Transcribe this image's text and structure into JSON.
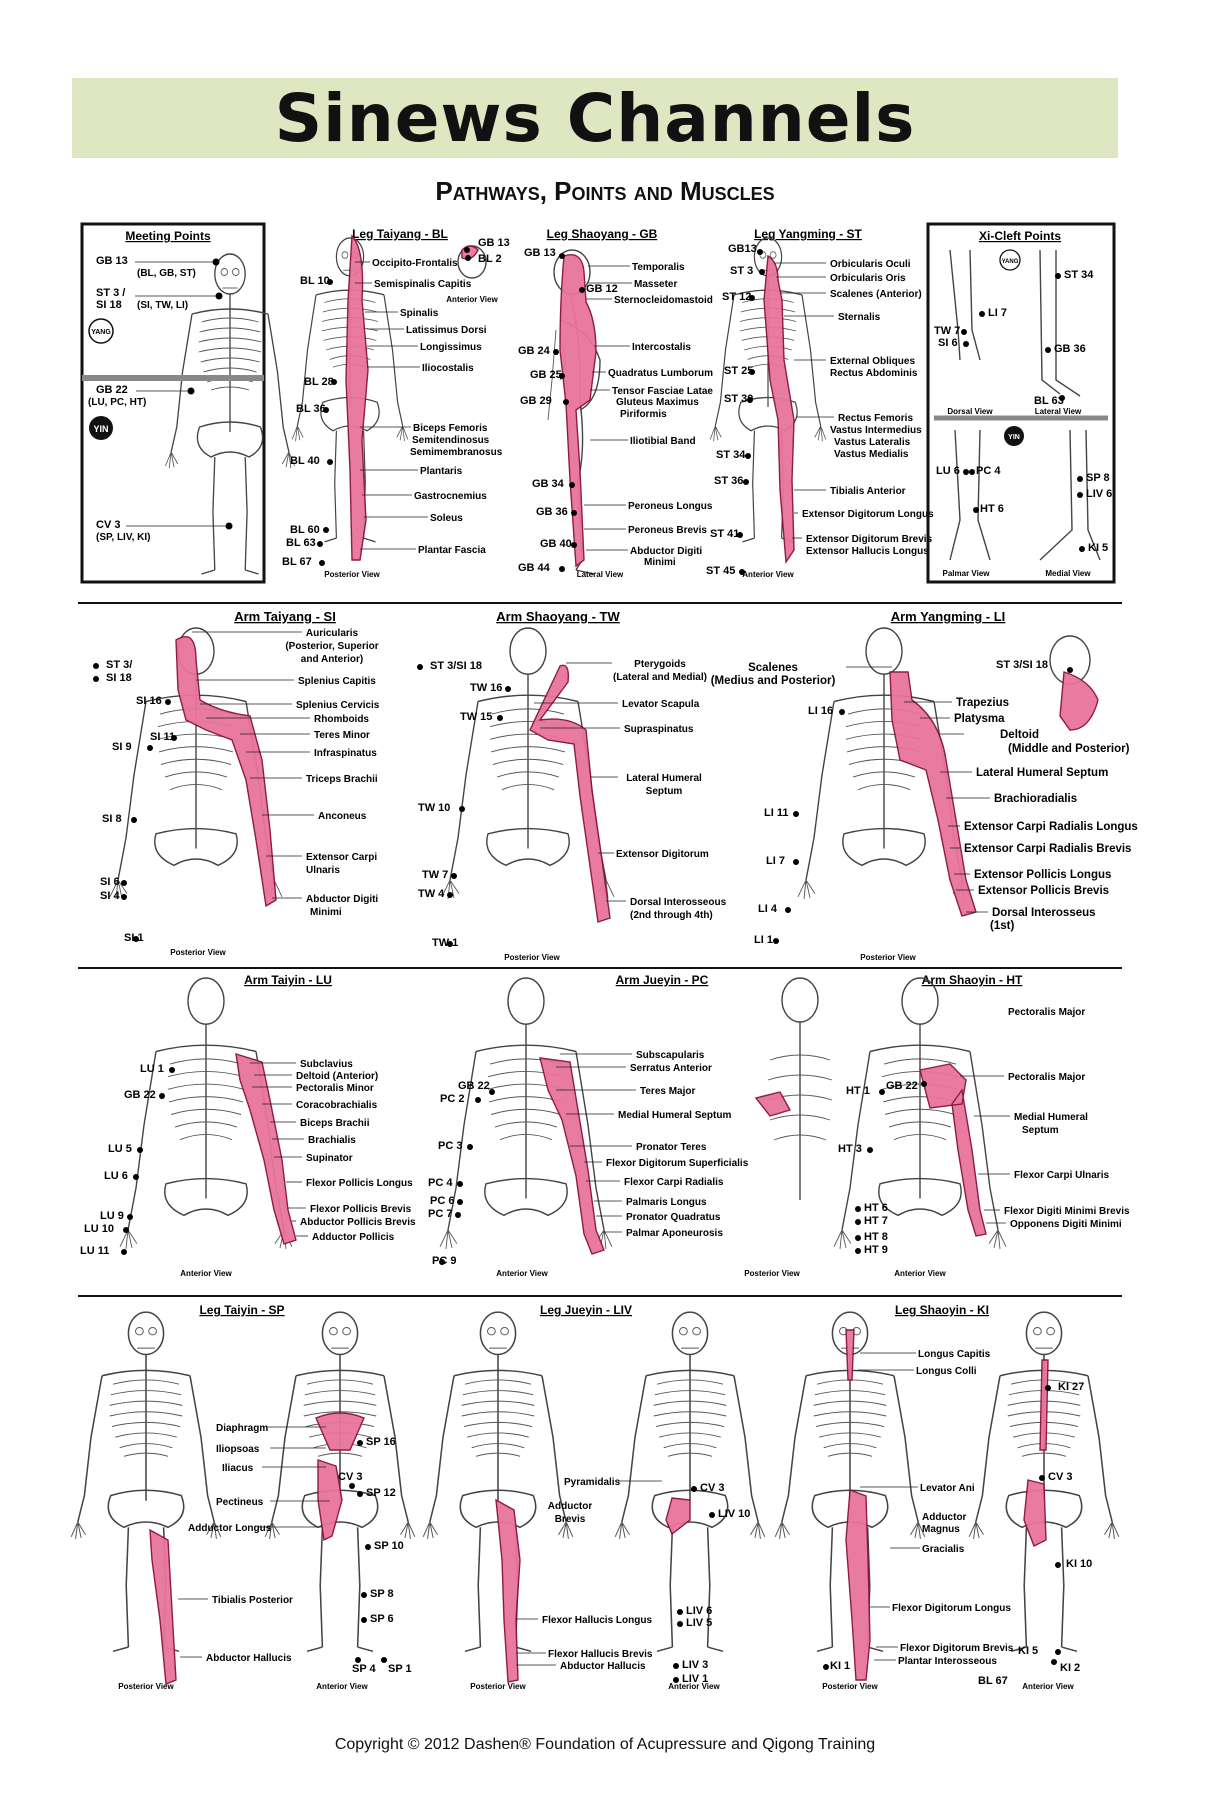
{
  "title": "Sinews Channels",
  "subtitle": "Pathways, Points and Muscles",
  "copyright": "Copyright © 2012 Dashen® Foundation of Acupressure and Qigong Training",
  "colors": {
    "muscle": "#e8749c",
    "muscle_stroke": "#8a1038",
    "title_band": "#dfe7c2"
  },
  "views": {
    "posterior": "Posterior View",
    "anterior": "Anterior View",
    "lateral": "Lateral View",
    "dorsal": "Dorsal View",
    "palmar": "Palmar View",
    "medial": "Medial View"
  },
  "meeting": {
    "title": "Meeting Points",
    "gb13": "GB 13",
    "gb13_sub": "(BL, GB, ST)",
    "st3": "ST 3 /",
    "si18": "SI 18",
    "st3_sub": "(SI, TW, LI)",
    "yang": "YANG",
    "yin": "YIN",
    "gb22": "GB 22",
    "gb22_sub": "(LU, PC, HT)",
    "cv3": "CV 3",
    "cv3_sub": "(SP, LIV, KI)"
  },
  "leg_taiyang": {
    "title": "Leg Taiyang - BL",
    "points": [
      "GB 13",
      "BL 2",
      "BL 10",
      "BL 28",
      "BL 36",
      "BL 40",
      "BL 60",
      "BL 63",
      "BL 67"
    ],
    "muscles": [
      "Occipito-Frontalis",
      "Semispinalis Capitis",
      "Spinalis",
      "Latissimus Dorsi",
      "Longissimus",
      "Iliocostalis",
      "Biceps Femoris",
      "Semitendinosus",
      "Semimembranosus",
      "Plantaris",
      "Gastrocnemius",
      "Soleus",
      "Plantar Fascia"
    ]
  },
  "leg_shaoyang": {
    "title": "Leg Shaoyang - GB",
    "points": [
      "GB 13",
      "GB 12",
      "GB 24",
      "GB 25",
      "GB 29",
      "GB 34",
      "GB 36",
      "GB 40",
      "GB 44"
    ],
    "muscles": [
      "Temporalis",
      "Masseter",
      "Sternocleidomastoid",
      "Intercostalis",
      "Quadratus Lumborum",
      "Tensor Fasciae Latae",
      "Gluteus Maximus",
      "Piriformis",
      "Iliotibial Band",
      "Peroneus Longus",
      "Peroneus Brevis",
      "Abductor Digiti",
      "Minimi"
    ]
  },
  "leg_yangming": {
    "title": "Leg Yangming - ST",
    "points": [
      "GB13",
      "ST 3",
      "ST 12",
      "ST 25",
      "ST 30",
      "ST 34",
      "ST 36",
      "ST 41",
      "ST 45"
    ],
    "muscles": [
      "Orbicularis Oculi",
      "Orbicularis Oris",
      "Scalenes (Anterior)",
      "Sternalis",
      "External Obliques",
      "Rectus Abdominis",
      "Rectus Femoris",
      "Vastus Intermedius",
      "Vastus Lateralis",
      "Vastus Medialis",
      "Tibialis Anterior",
      "Extensor Digitorum Longus",
      "Extensor Digitorum Brevis",
      "Extensor Hallucis Longus"
    ]
  },
  "xi_cleft": {
    "title": "Xi-Cleft Points",
    "yang": "YANG",
    "yin": "YIN",
    "points": [
      "LI 7",
      "TW 7",
      "SI 6",
      "ST 34",
      "GB 36",
      "BL 63",
      "LU 6",
      "PC 4",
      "HT 6",
      "SP 8",
      "LIV 6",
      "KI 5"
    ]
  },
  "arm_taiyang": {
    "title": "Arm Taiyang - SI",
    "points": [
      "ST 3/",
      "SI 18",
      "SI 16",
      "SI 11",
      "SI 9",
      "SI 8",
      "SI 6",
      "SI 4",
      "SI 1"
    ],
    "muscles": [
      "Auricularis",
      "(Posterior, Superior",
      "and Anterior)",
      "Splenius Capitis",
      "Splenius Cervicis",
      "Rhomboids",
      "Teres Minor",
      "Infraspinatus",
      "Triceps Brachii",
      "Anconeus",
      "Extensor Carpi",
      "Ulnaris",
      "Abductor Digiti",
      "Minimi"
    ]
  },
  "arm_shaoyang": {
    "title": "Arm Shaoyang - TW",
    "points": [
      "ST 3/SI 18",
      "TW 16",
      "TW 15",
      "TW 10",
      "TW 7",
      "TW 4",
      "TW 1"
    ],
    "muscles": [
      "Pterygoids",
      "(Lateral and Medial)",
      "Levator Scapula",
      "Supraspinatus",
      "Lateral Humeral",
      "Septum",
      "Extensor Digitorum",
      "Dorsal Interosseous",
      "(2nd through 4th)"
    ]
  },
  "arm_yangming": {
    "title": "Arm Yangming - LI",
    "points": [
      "ST 3/SI 18",
      "LI 16",
      "LI 11",
      "LI 7",
      "LI 4",
      "LI 1"
    ],
    "muscles": [
      "Scalenes",
      "(Medius and Posterior)",
      "Trapezius",
      "Platysma",
      "Deltoid",
      "(Middle and Posterior)",
      "Lateral Humeral Septum",
      "Brachioradialis",
      "Extensor Carpi Radialis Longus",
      "Extensor Carpi Radialis Brevis",
      "Extensor Pollicis Longus",
      "Extensor Pollicis Brevis",
      "Dorsal Interosseus",
      "(1st)"
    ]
  },
  "arm_taiyin": {
    "title": "Arm Taiyin - LU",
    "points": [
      "LU 1",
      "GB 22",
      "LU 5",
      "LU 6",
      "LU 9",
      "LU 10",
      "LU 11"
    ],
    "muscles": [
      "Subclavius",
      "Deltoid (Anterior)",
      "Pectoralis Minor",
      "Coracobrachialis",
      "Biceps Brachii",
      "Brachialis",
      "Supinator",
      "Flexor Pollicis Longus",
      "Flexor Pollicis Brevis",
      "Abductor Pollicis Brevis",
      "Adductor Pollicis"
    ]
  },
  "arm_jueyin": {
    "title": "Arm Jueyin - PC",
    "points": [
      "GB 22",
      "PC 2",
      "PC 3",
      "PC 4",
      "PC 6",
      "PC 7",
      "PC 9"
    ],
    "muscles": [
      "Subscapularis",
      "Serratus Anterior",
      "Teres Major",
      "Medial Humeral Septum",
      "Pronator Teres",
      "Flexor Digitorum Superficialis",
      "Flexor Carpi Radialis",
      "Palmaris Longus",
      "Pronator Quadratus",
      "Palmar Aponeurosis"
    ]
  },
  "arm_shaoyin": {
    "title": "Arm Shaoyin - HT",
    "points": [
      "HT 1",
      "GB 22",
      "HT 3",
      "HT 6",
      "HT 7",
      "HT 8",
      "HT 9"
    ],
    "muscles": [
      "Pectoralis Major",
      "Pectoralis Major",
      "Medial Humeral",
      "Septum",
      "Flexor Carpi Ulnaris",
      "Flexor Digiti Minimi Brevis",
      "Opponens Digiti Minimi"
    ]
  },
  "leg_taiyin": {
    "title": "Leg Taiyin - SP",
    "points": [
      "SP 16",
      "CV 3",
      "SP 12",
      "SP 10",
      "SP 8",
      "SP 6",
      "SP 4",
      "SP 1"
    ],
    "muscles": [
      "Diaphragm",
      "Iliopsoas",
      "Iliacus",
      "Pectineus",
      "Adductor Longus",
      "Tibialis Posterior",
      "Abductor Hallucis"
    ]
  },
  "leg_jueyin": {
    "title": "Leg Jueyin - LIV",
    "points": [
      "CV 3",
      "LIV 10",
      "LIV 6",
      "LIV 5",
      "LIV 3",
      "LIV 1"
    ],
    "muscles": [
      "Pyramidalis",
      "Adductor",
      "Brevis",
      "Flexor Hallucis Longus",
      "Flexor Hallucis Brevis",
      "Abductor Hallucis"
    ]
  },
  "leg_shaoyin": {
    "title": "Leg Shaoyin - KI",
    "points": [
      "KI 27",
      "CV 3",
      "KI 10",
      "KI 5",
      "KI 2",
      "KI 1",
      "BL 67"
    ],
    "muscles": [
      "Longus Capitis",
      "Longus Colli",
      "Levator Ani",
      "Adductor",
      "Magnus",
      "Gracialis",
      "Flexor Digitorum Longus",
      "Flexor Digitorum Brevis",
      "Plantar Interosseous"
    ]
  }
}
